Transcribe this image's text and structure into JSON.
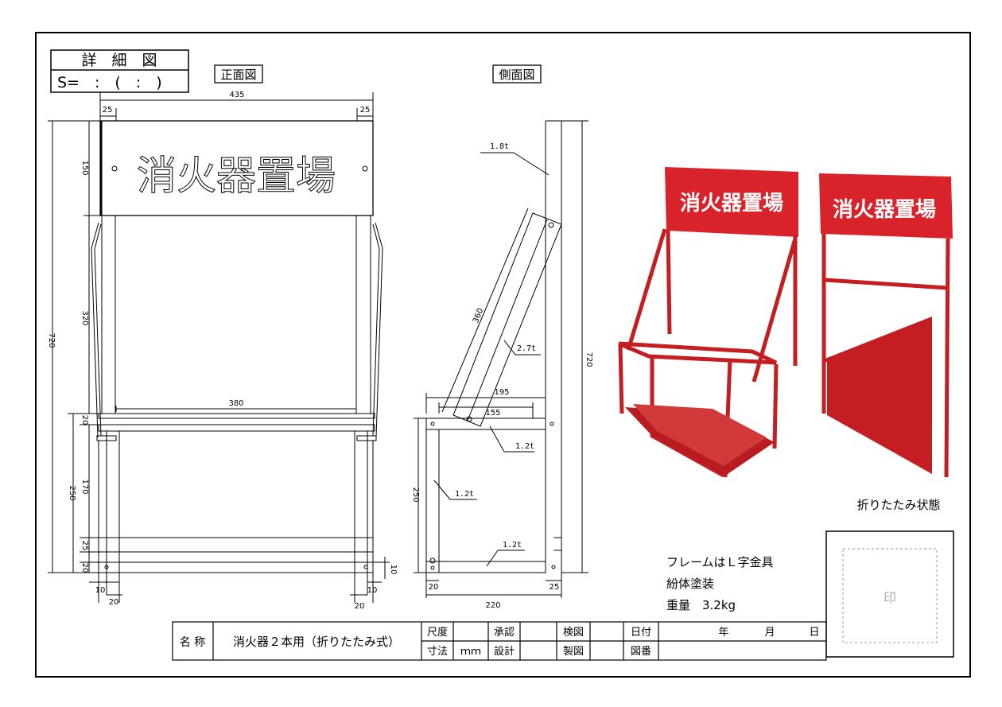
{
  "detail_box": {
    "title": "詳　細　図",
    "scale": "S=　:　(　:　)"
  },
  "front_view": {
    "label": "正面図",
    "sign_text": "消火器置場",
    "dims": {
      "total_width": "435",
      "left_inset": "25",
      "right_inset": "25",
      "sign_height": "150",
      "mid_height": "320",
      "total_height": "720",
      "shelf_width": "380",
      "gap_20a": "20",
      "lower_height": "250",
      "lower_170": "170",
      "gap_25": "25",
      "gap_20b": "20",
      "foot_10_left": "10",
      "foot_20_left": "20",
      "foot_20_right": "20",
      "foot_10_right": "10",
      "side_10": "10"
    }
  },
  "side_view": {
    "label": "側面図",
    "dims": {
      "thick_top": "1.8t",
      "arm_len": "360",
      "thick_arm": "2.7t",
      "depth_195": "195",
      "depth_155": "155",
      "thick_shelf": "1.2t",
      "height_250": "250",
      "thick_leg": "1.2t",
      "thick_bottom": "1.2t",
      "height_720": "720",
      "foot_20": "20",
      "foot_25": "25",
      "base_220": "220"
    }
  },
  "photos": {
    "sign_text_left": "消火器置場",
    "sign_text_right": "消火器置場",
    "caption": "折りたたみ状態"
  },
  "notes": {
    "line1": "フレームはＬ字金具",
    "line2": "紛体塗装",
    "line3": "重量　3.2kg"
  },
  "title_block": {
    "name_label": "名 称",
    "name_value": "消火器２本用（折りたたみ式）",
    "scale_label": "尺度",
    "unit_label": "寸法",
    "unit_value": "ｍｍ",
    "approve_label": "承認",
    "design_label": "設計",
    "check_label": "検図",
    "draft_label": "製図",
    "date_label": "日付",
    "date_year": "年",
    "date_month": "月",
    "date_day": "日",
    "number_label": "図番",
    "stamp_label": "印"
  },
  "colors": {
    "sign_red": "#d8232a",
    "frame_red": "#c41e22",
    "line": "#000000"
  }
}
